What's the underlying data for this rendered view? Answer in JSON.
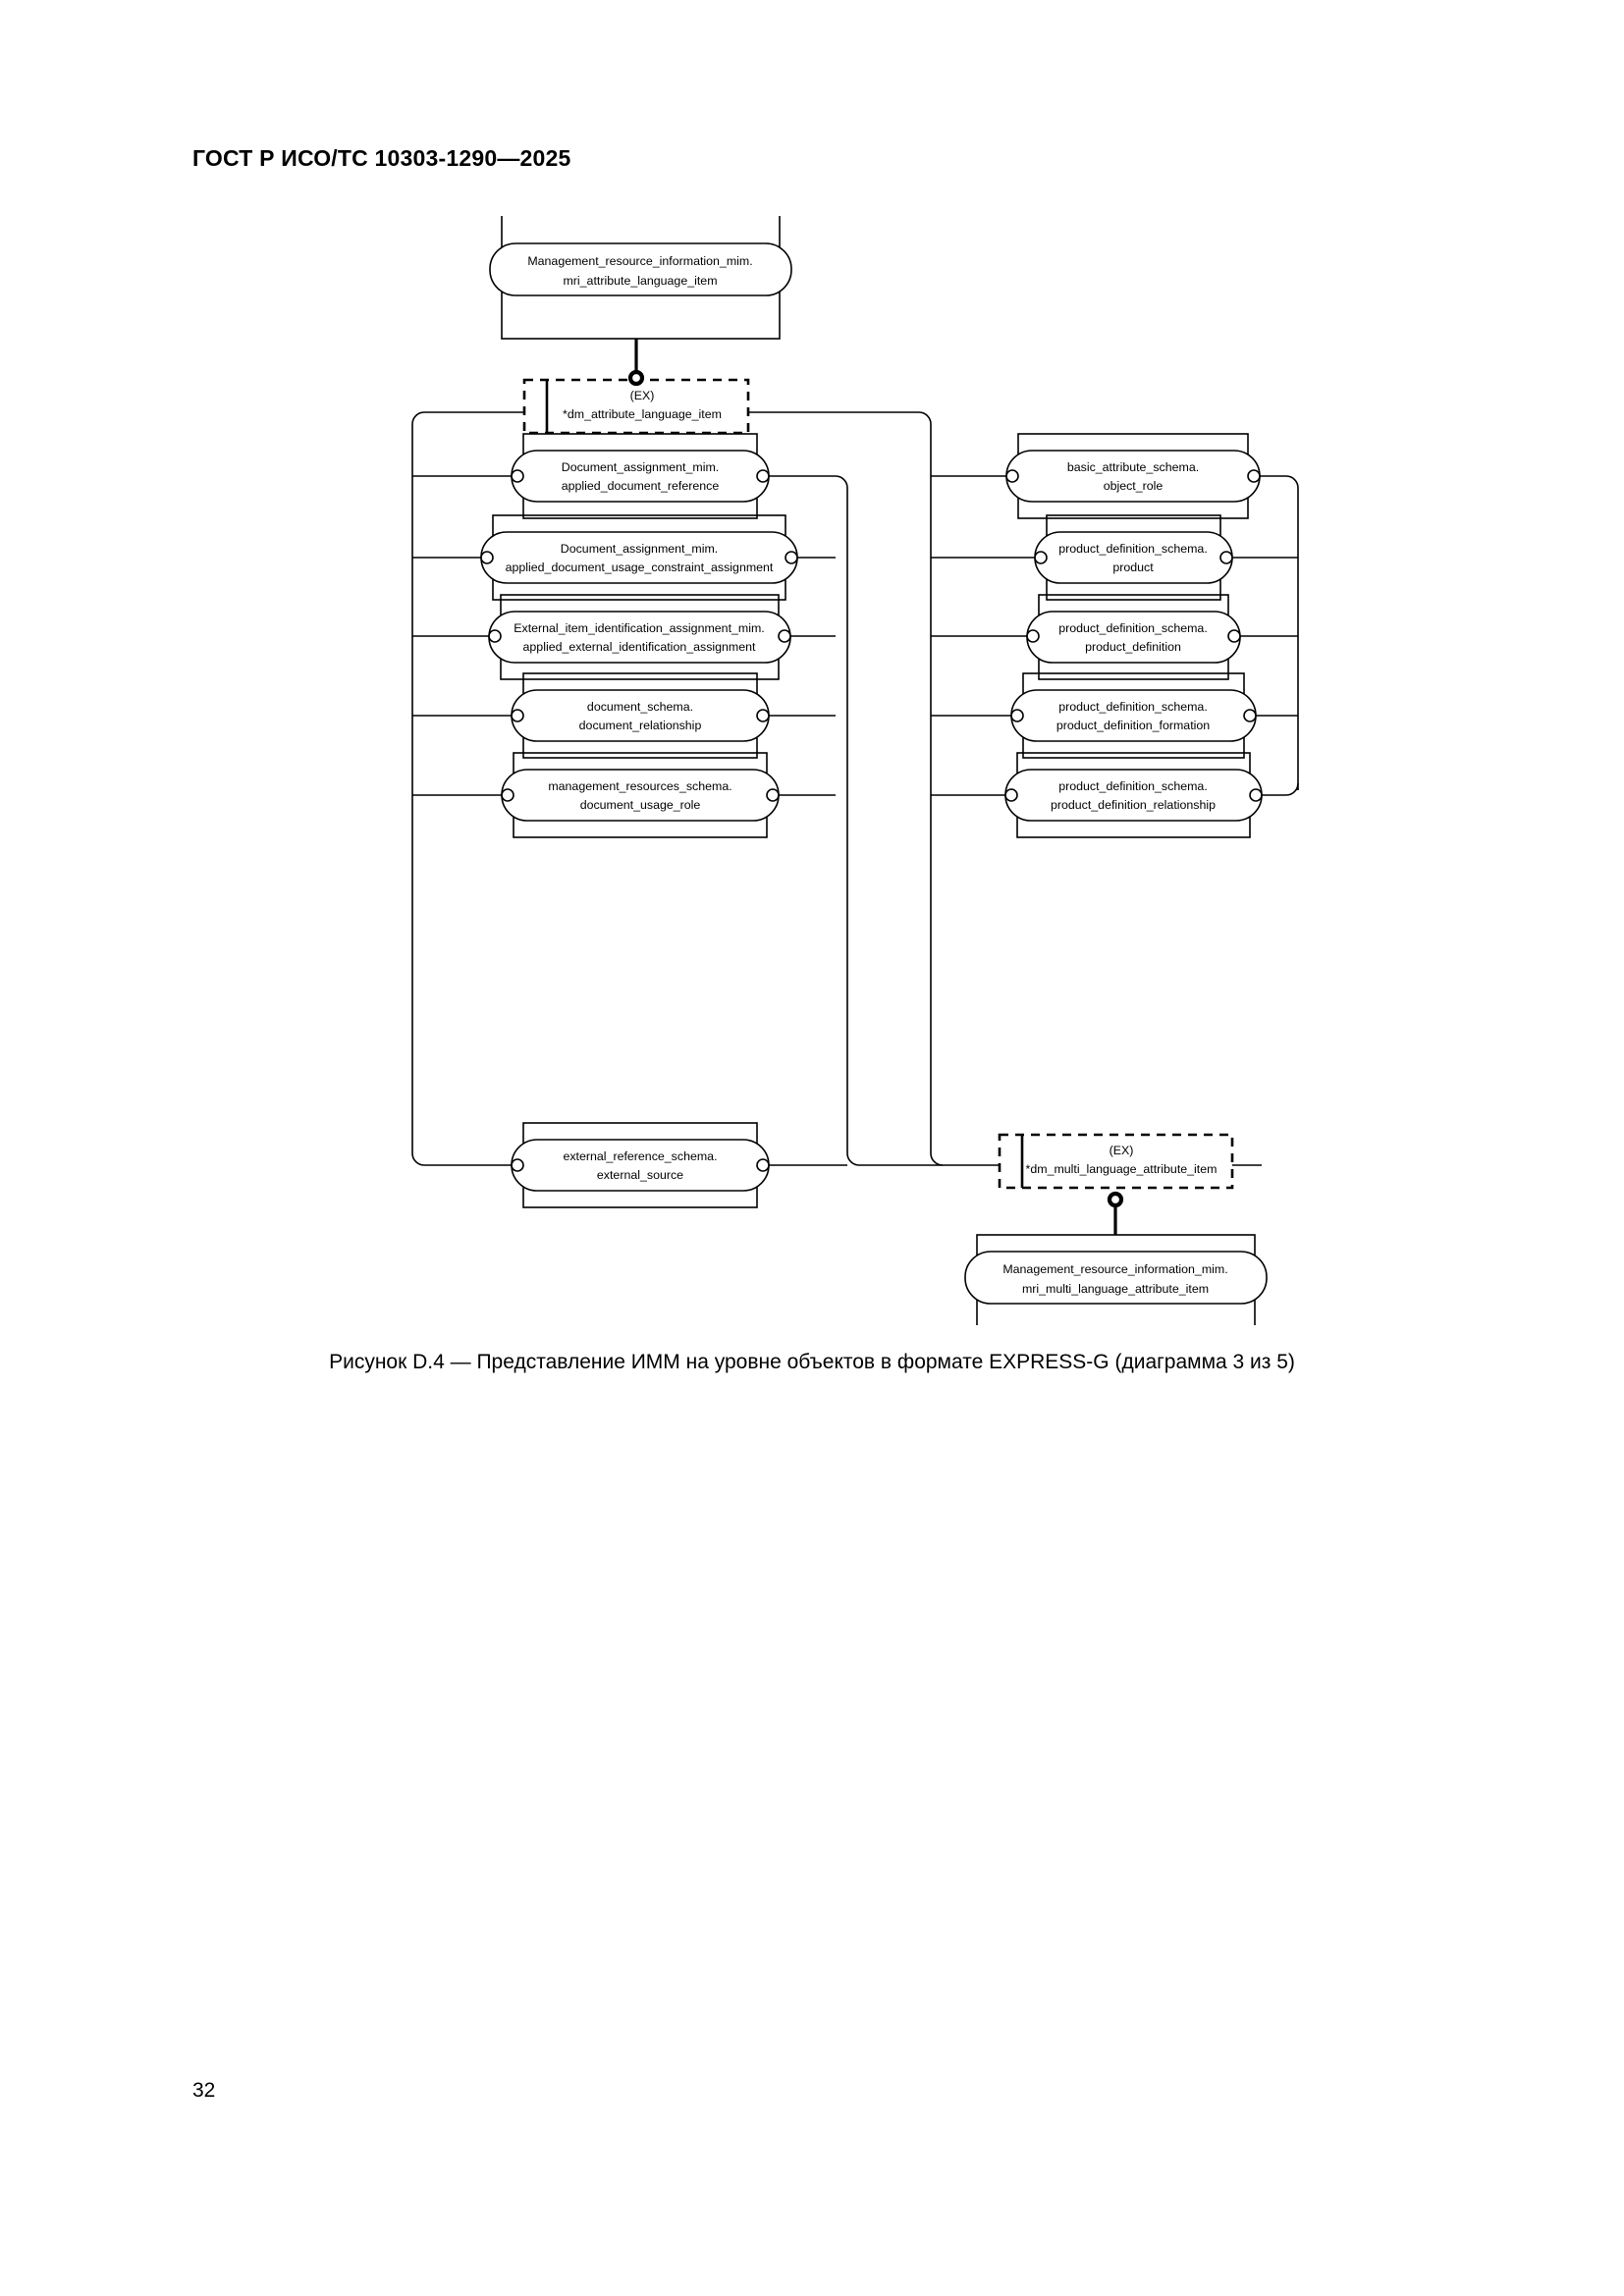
{
  "document": {
    "header": "ГОСТ Р ИСО/ТС 10303-1290—2025",
    "page_number": "32",
    "figure_caption": "Рисунок D.4 — Представление ИММ на уровне объектов в формате EXPRESS-G (диаграмма 3 из 5)"
  },
  "diagram": {
    "type": "EXPRESS-G object-level model",
    "top_entity": {
      "line1": "Management_resource_information_mim.",
      "line2": "mri_attribute_language_item"
    },
    "top_select": {
      "line1": "(EX)",
      "line2": "*dm_attribute_language_item"
    },
    "bottom_select": {
      "line1": "(EX)",
      "line2": "*dm_multi_language_attribute_item"
    },
    "bottom_entity": {
      "line1": "Management_resource_information_mim.",
      "line2": "mri_multi_language_attribute_item"
    },
    "left_entities": [
      {
        "line1": "Document_assignment_mim.",
        "line2": "applied_document_reference"
      },
      {
        "line1": "Document_assignment_mim.",
        "line2": "applied_document_usage_constraint_assignment"
      },
      {
        "line1": "External_item_identification_assignment_mim.",
        "line2": "applied_external_identification_assignment"
      },
      {
        "line1": "document_schema.",
        "line2": "document_relationship"
      },
      {
        "line1": "management_resources_schema.",
        "line2": "document_usage_role"
      },
      {
        "line1": "external_reference_schema.",
        "line2": "external_source"
      }
    ],
    "right_entities": [
      {
        "line1": "basic_attribute_schema.",
        "line2": "object_role"
      },
      {
        "line1": "product_definition_schema.",
        "line2": "product"
      },
      {
        "line1": "product_definition_schema.",
        "line2": "product_definition"
      },
      {
        "line1": "product_definition_schema.",
        "line2": "product_definition_formation"
      },
      {
        "line1": "product_definition_schema.",
        "line2": "product_definition_relationship"
      }
    ]
  }
}
